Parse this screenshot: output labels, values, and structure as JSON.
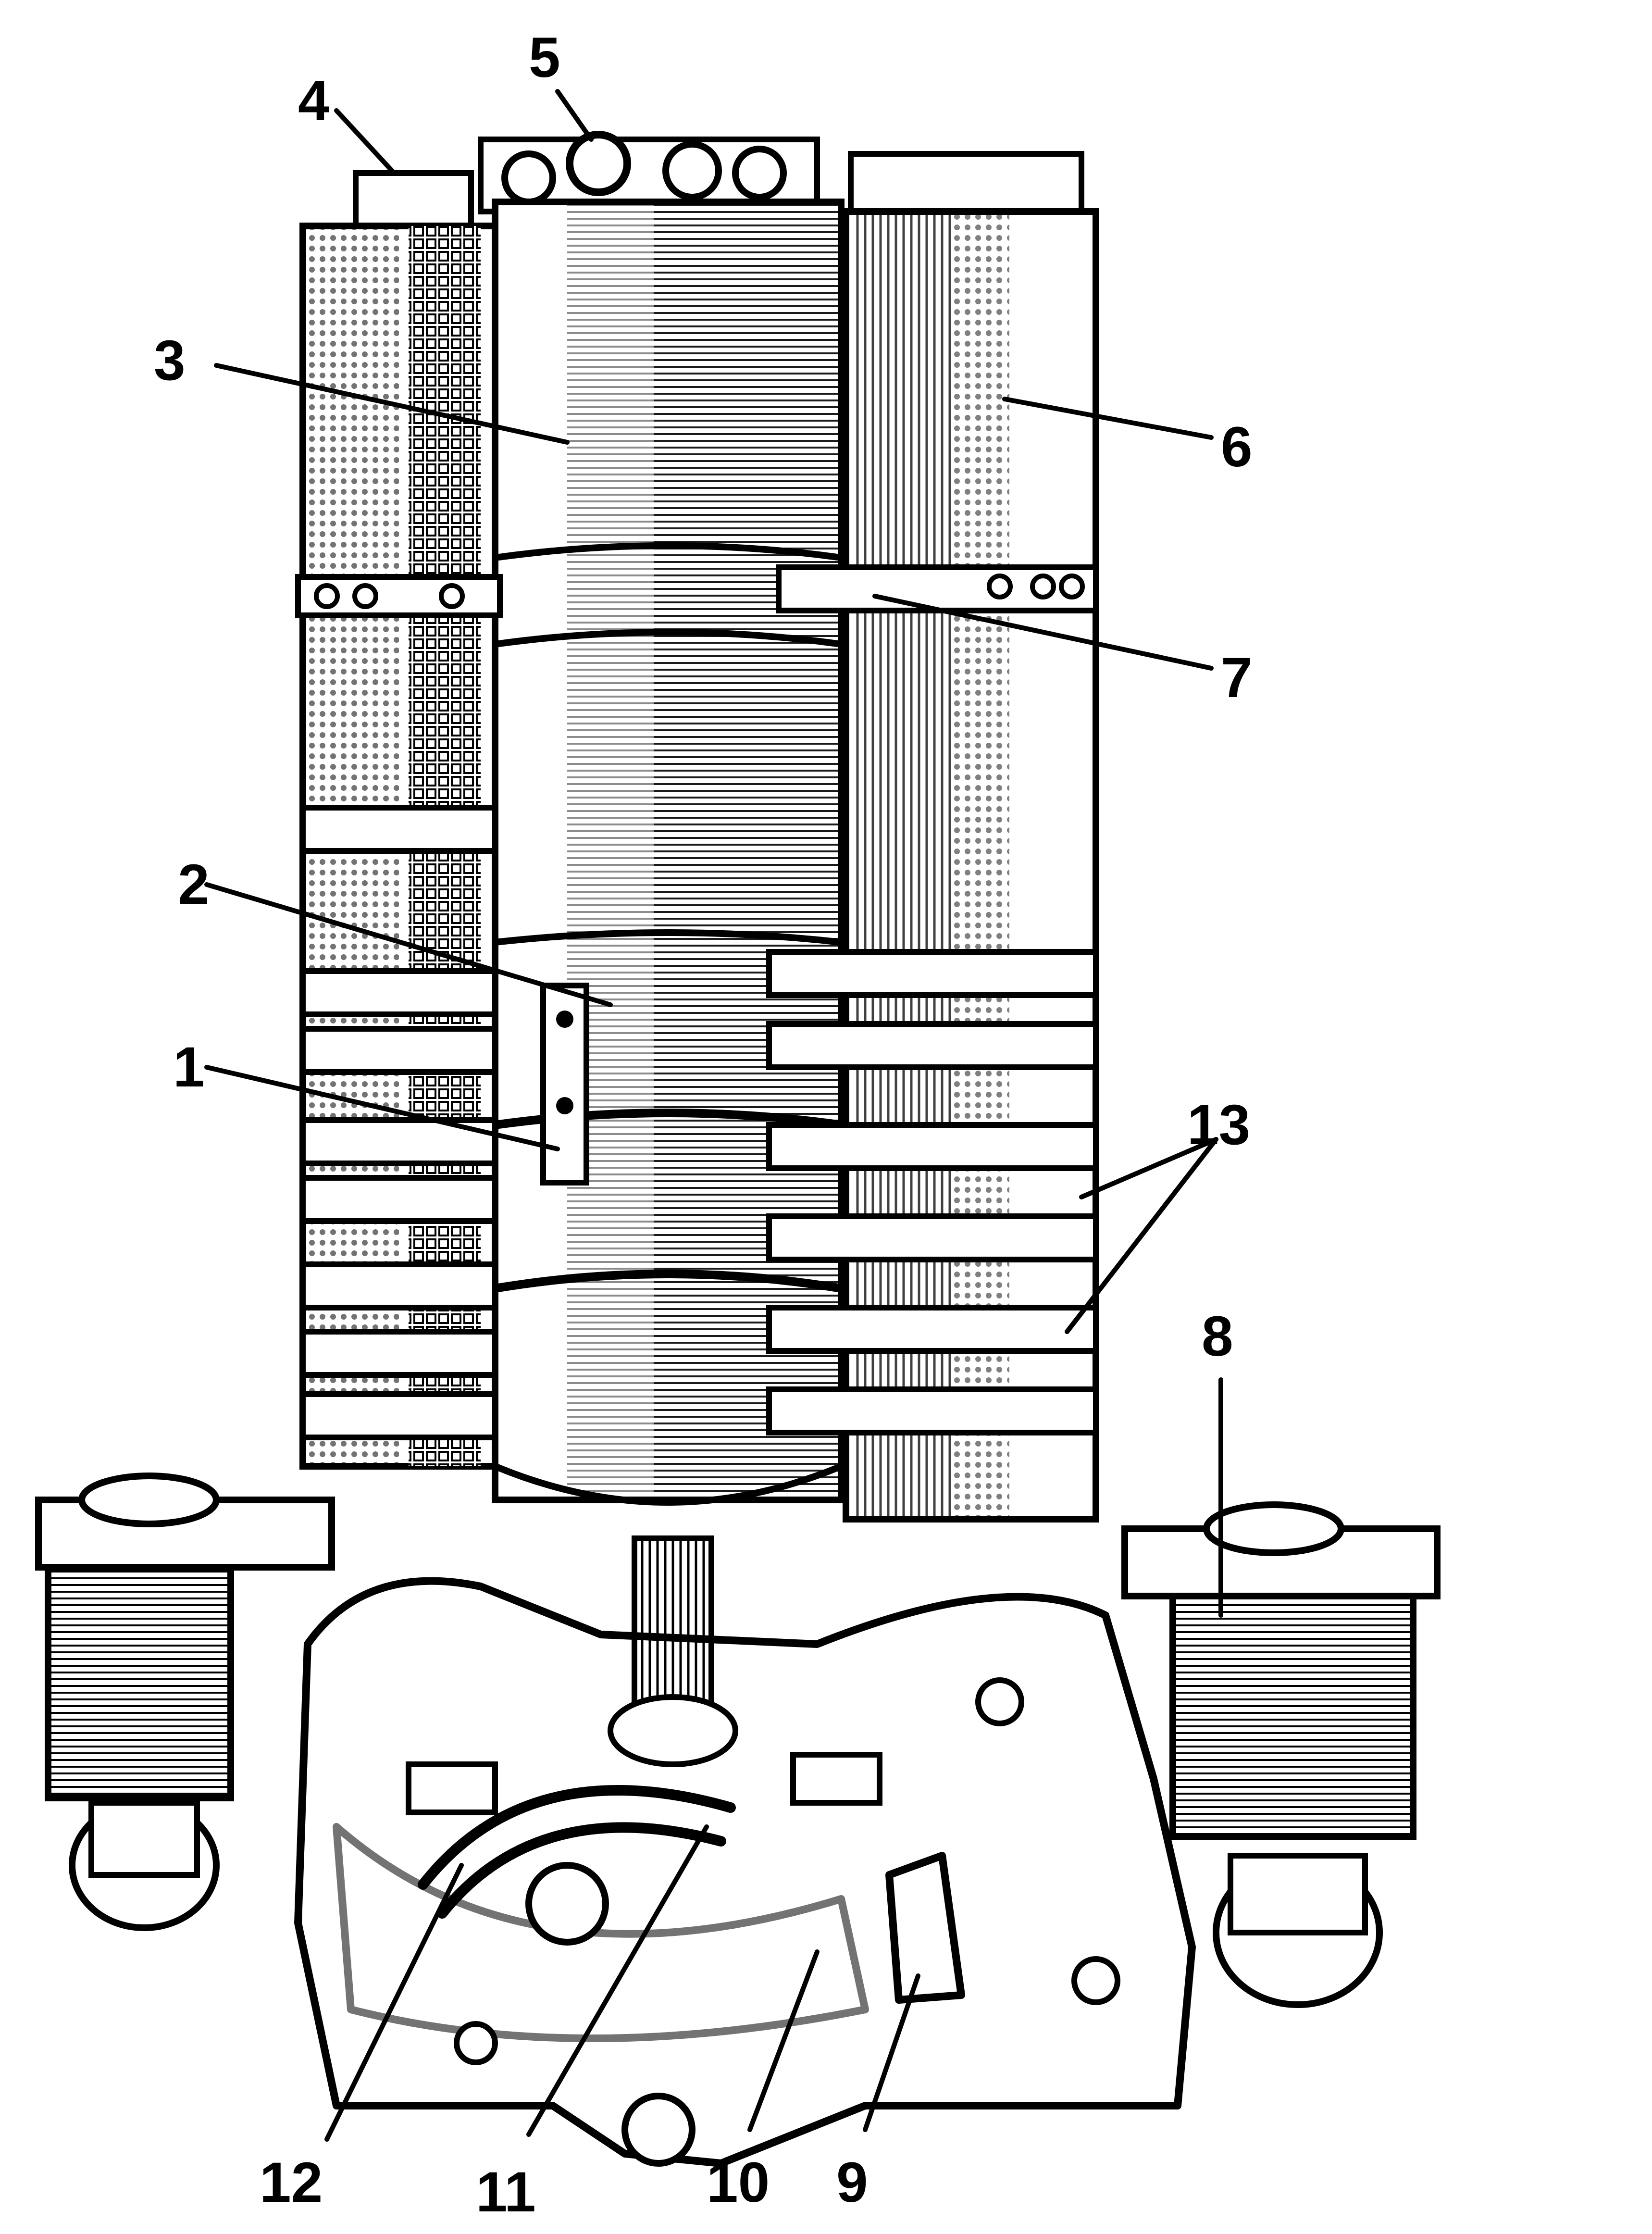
{
  "figure": {
    "callouts": [
      {
        "id": "1",
        "label": "1"
      },
      {
        "id": "2",
        "label": "2"
      },
      {
        "id": "3",
        "label": "3"
      },
      {
        "id": "4",
        "label": "4"
      },
      {
        "id": "5",
        "label": "5"
      },
      {
        "id": "6",
        "label": "6"
      },
      {
        "id": "7",
        "label": "7"
      },
      {
        "id": "8",
        "label": "8"
      },
      {
        "id": "9",
        "label": "9"
      },
      {
        "id": "10",
        "label": "10"
      },
      {
        "id": "11",
        "label": "11"
      },
      {
        "id": "12",
        "label": "12"
      },
      {
        "id": "13",
        "label": "13"
      }
    ]
  },
  "colors": {
    "ink": "#000000",
    "paper": "#ffffff",
    "shade": "#3a3a3a"
  }
}
